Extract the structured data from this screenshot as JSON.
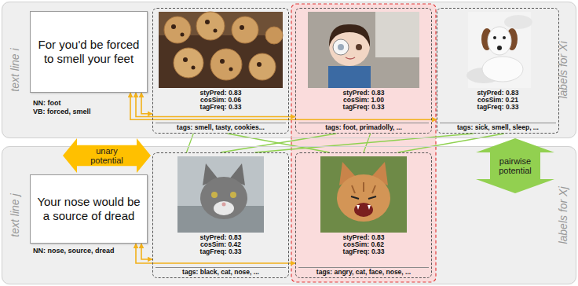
{
  "diagram": {
    "nodes": [
      {
        "text": [
          "text line i",
          "labels for Xi"
        ]
      },
      {
        "text": [
          "For you'd be forced to smell your feet"
        ],
        "in": 0
      },
      {
        "text": [
          "styPred: 0.83",
          "cosSim: 0.06",
          "tagFreq: 0.33",
          "tags: smell, tasty, cookies..."
        ],
        "in": 0
      },
      {
        "text": [
          "styPred: 0.83",
          "cosSim: 1.00",
          "tagFreq: 0.33",
          "tags: foot, primadolly, ..."
        ],
        "in": 0
      },
      {
        "text": [
          "styPred: 0.83",
          "cosSim: 0.21",
          "tagFreq: 0.33",
          "tags: sick, smell, sleep, ..."
        ],
        "in": 0
      },
      {
        "text": [
          "unary potential"
        ]
      },
      {
        "text": [
          "pairwise potential"
        ]
      },
      {
        "text": [
          "text line j",
          "labels for Xj"
        ]
      },
      {
        "text": [
          "Your nose would be a source of dread"
        ],
        "in": 7
      },
      {
        "text": [
          "styPred: 0.83",
          "cosSim: 0.42",
          "tagFreq: 0.33",
          "tags: black, cat, nose, ..."
        ],
        "in": 7
      },
      {
        "text": [
          "styPred: 0.83",
          "cosSim: 0.62",
          "tagFreq: 0.33",
          "tags: angry, cat, face, nose, ..."
        ],
        "in": 7
      }
    ],
    "edges": [
      {
        "from": 1,
        "to": 2,
        "arrow": "both"
      },
      {
        "from": 1,
        "to": 3,
        "arrow": "both"
      },
      {
        "from": 1,
        "to": 4,
        "arrow": "both"
      },
      {
        "from": 8,
        "to": 9,
        "arrow": "both"
      },
      {
        "from": 8,
        "to": 10,
        "arrow": "both"
      },
      {
        "from": 2,
        "to": 9,
        "arrow": "none"
      },
      {
        "from": 2,
        "to": 10,
        "arrow": "none"
      },
      {
        "from": 3,
        "to": 9,
        "arrow": "none"
      },
      {
        "from": 3,
        "to": 10,
        "arrow": "none"
      },
      {
        "from": 4,
        "to": 9,
        "arrow": "none"
      },
      {
        "from": 4,
        "to": 10,
        "arrow": "none"
      }
    ],
    "labels": [
      "NN: foot",
      "VB: forced, smell",
      "NN: nose, source, dread"
    ]
  }
}
